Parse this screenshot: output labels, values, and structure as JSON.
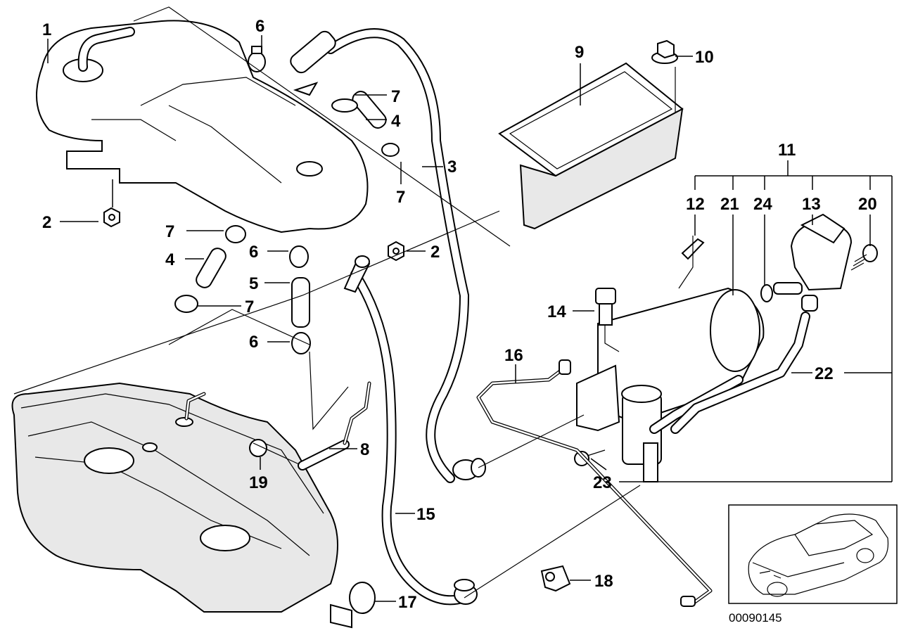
{
  "diagram": {
    "title": "Fuel tank ventilation / activated carbon canister parts diagram",
    "reference_number": "00090145",
    "part_labels": [
      {
        "id": "1",
        "part": "fuel-tank-upper"
      },
      {
        "id": "2",
        "part": "hex-nut"
      },
      {
        "id": "3",
        "part": "vent-hose-long"
      },
      {
        "id": "4",
        "part": "hose-short"
      },
      {
        "id": "5",
        "part": "hose-connector"
      },
      {
        "id": "6",
        "part": "hose-clamp"
      },
      {
        "id": "7",
        "part": "hose-clamp-spring"
      },
      {
        "id": "8",
        "part": "vent-pipe"
      },
      {
        "id": "9",
        "part": "cover-plate"
      },
      {
        "id": "10",
        "part": "flange-nut"
      },
      {
        "id": "11",
        "part": "activated-carbon-canister-assembly"
      },
      {
        "id": "12",
        "part": "label-tag"
      },
      {
        "id": "13",
        "part": "tank-vent-valve"
      },
      {
        "id": "14",
        "part": "hex-bolt"
      },
      {
        "id": "15",
        "part": "vent-line-hose"
      },
      {
        "id": "16",
        "part": "vent-pipe-thin"
      },
      {
        "id": "17",
        "part": "holder-bracket"
      },
      {
        "id": "18",
        "part": "clip"
      },
      {
        "id": "19",
        "part": "hose-clamp-small"
      },
      {
        "id": "20",
        "part": "screw-spring"
      },
      {
        "id": "21",
        "part": "carbon-canister"
      },
      {
        "id": "22",
        "part": "hose-valve-connection"
      },
      {
        "id": "23",
        "part": "screw"
      },
      {
        "id": "24",
        "part": "grommet"
      }
    ],
    "labels": {
      "l1": "1",
      "l2a": "2",
      "l2b": "2",
      "l3": "3",
      "l4a": "4",
      "l4b": "4",
      "l5": "5",
      "l6a": "6",
      "l6b": "6",
      "l6c": "6",
      "l7a": "7",
      "l7b": "7",
      "l7c": "7",
      "l7d": "7",
      "l8": "8",
      "l9": "9",
      "l10": "10",
      "l11": "11",
      "l12": "12",
      "l13": "13",
      "l14": "14",
      "l15": "15",
      "l16": "16",
      "l17": "17",
      "l18": "18",
      "l19": "19",
      "l20": "20",
      "l21": "21",
      "l22": "22",
      "l23": "23",
      "l24": "24"
    }
  }
}
